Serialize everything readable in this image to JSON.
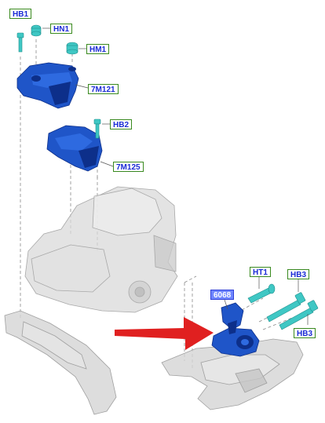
{
  "callouts": {
    "hb1": "HB1",
    "hn1": "HN1",
    "hm1": "HM1",
    "m121": "7M121",
    "hb2": "HB2",
    "m125": "7M125",
    "ht1": "HT1",
    "hb3_top": "HB3",
    "hb3_bottom": "HB3",
    "num6068": "6068"
  },
  "colors": {
    "part_blue": "#1f55c8",
    "part_dark": "#0d2f8a",
    "fastener_teal": "#3fc7c4",
    "arrow_red": "#e02020",
    "engine_gray": "#d2d2d2",
    "outline_gray": "#9a9a9a",
    "label_green": "#3a8a1f"
  }
}
